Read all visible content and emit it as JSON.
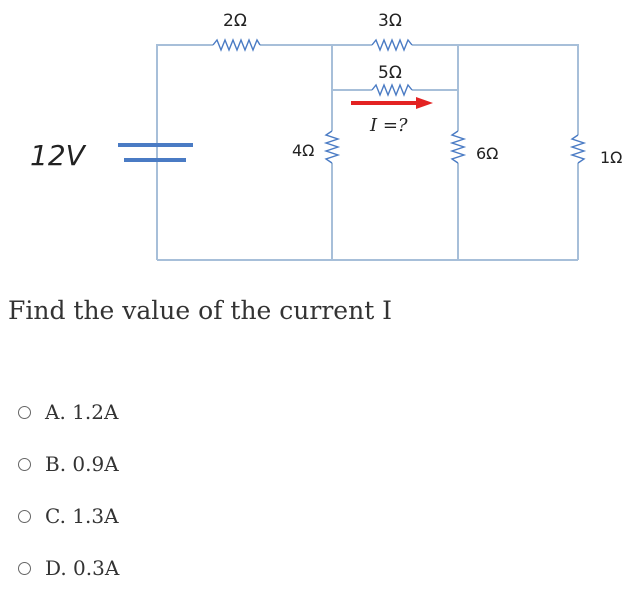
{
  "circuit": {
    "source_label": "12V",
    "current_label": "I =?",
    "arrow_color": "#e32222",
    "wire_color": "#a7bfd9",
    "battery_color": "#4a7bc4",
    "resistors": {
      "r2": "2Ω",
      "r3": "3Ω",
      "r5": "5Ω",
      "r4": "4Ω",
      "r6": "6Ω",
      "r1": "1Ω"
    }
  },
  "question": {
    "text": "Find the value of the current I"
  },
  "options": [
    {
      "label": "A. 1.2A"
    },
    {
      "label": "B. 0.9A"
    },
    {
      "label": "C. 1.3A"
    },
    {
      "label": "D. 0.3A"
    }
  ]
}
